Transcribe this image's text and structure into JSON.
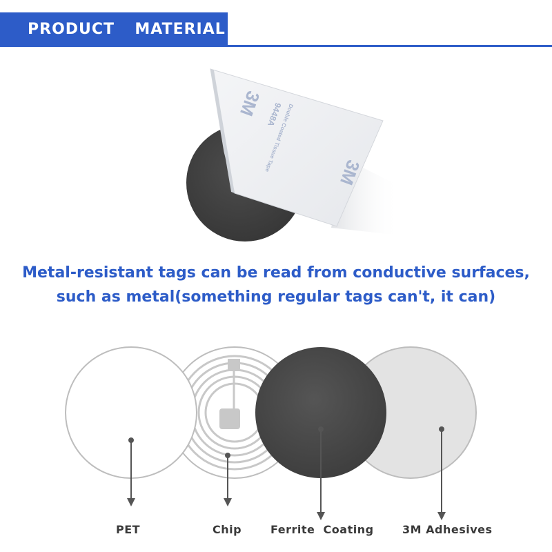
{
  "header": {
    "title": "PRODUCT  MATERIAL",
    "accent_color": "#2d5cc8"
  },
  "hero": {
    "liner_print": [
      "3M",
      "9448A",
      "Double Coated Tissue Tape"
    ]
  },
  "caption": {
    "line1": "Metal-resistant tags can be read from conductive surfaces,",
    "line2": "such as metal(something regular tags can't, it can)"
  },
  "layers": [
    {
      "label": "PET"
    },
    {
      "label": "Chip"
    },
    {
      "label": "Ferrite  Coating"
    },
    {
      "label": "3M Adhesives"
    }
  ]
}
